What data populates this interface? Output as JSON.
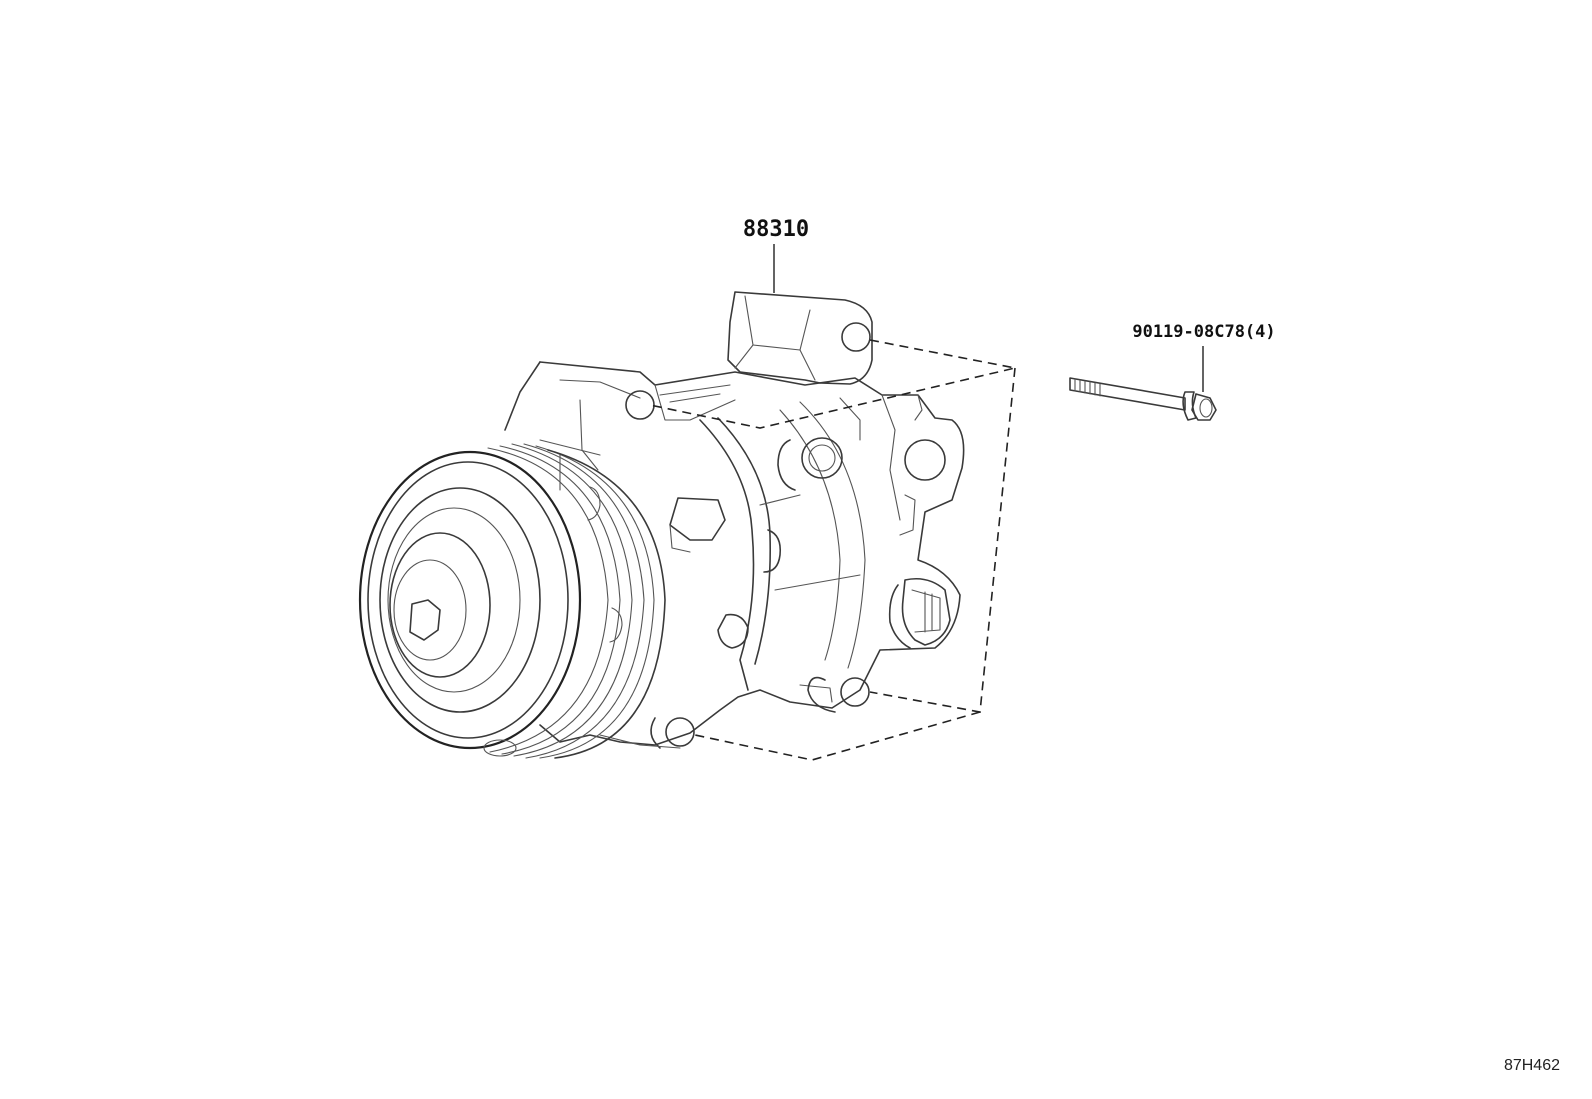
{
  "callouts": {
    "compressor_part_number": "88310",
    "bolt_part_number": "90119-08C78(4)"
  },
  "diagram_code": "87H462",
  "colors": {
    "line": "#3a3a3a",
    "text": "#111111",
    "background": "#ffffff"
  }
}
